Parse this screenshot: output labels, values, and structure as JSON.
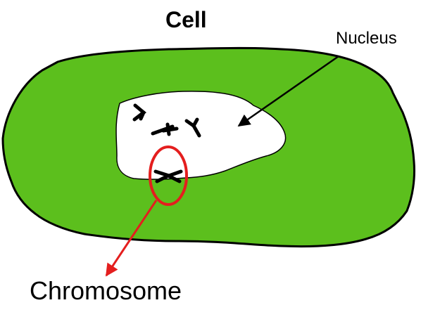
{
  "title": "Cell",
  "labels": {
    "nucleus": "Nucleus",
    "chromosome": "Chromosome"
  },
  "colors": {
    "cytoplasm": "#5CBF1D",
    "nucleus": "#FFFFFF",
    "outline": "#000000",
    "chromosome": "#000000",
    "highlight": "#E41E1E"
  }
}
